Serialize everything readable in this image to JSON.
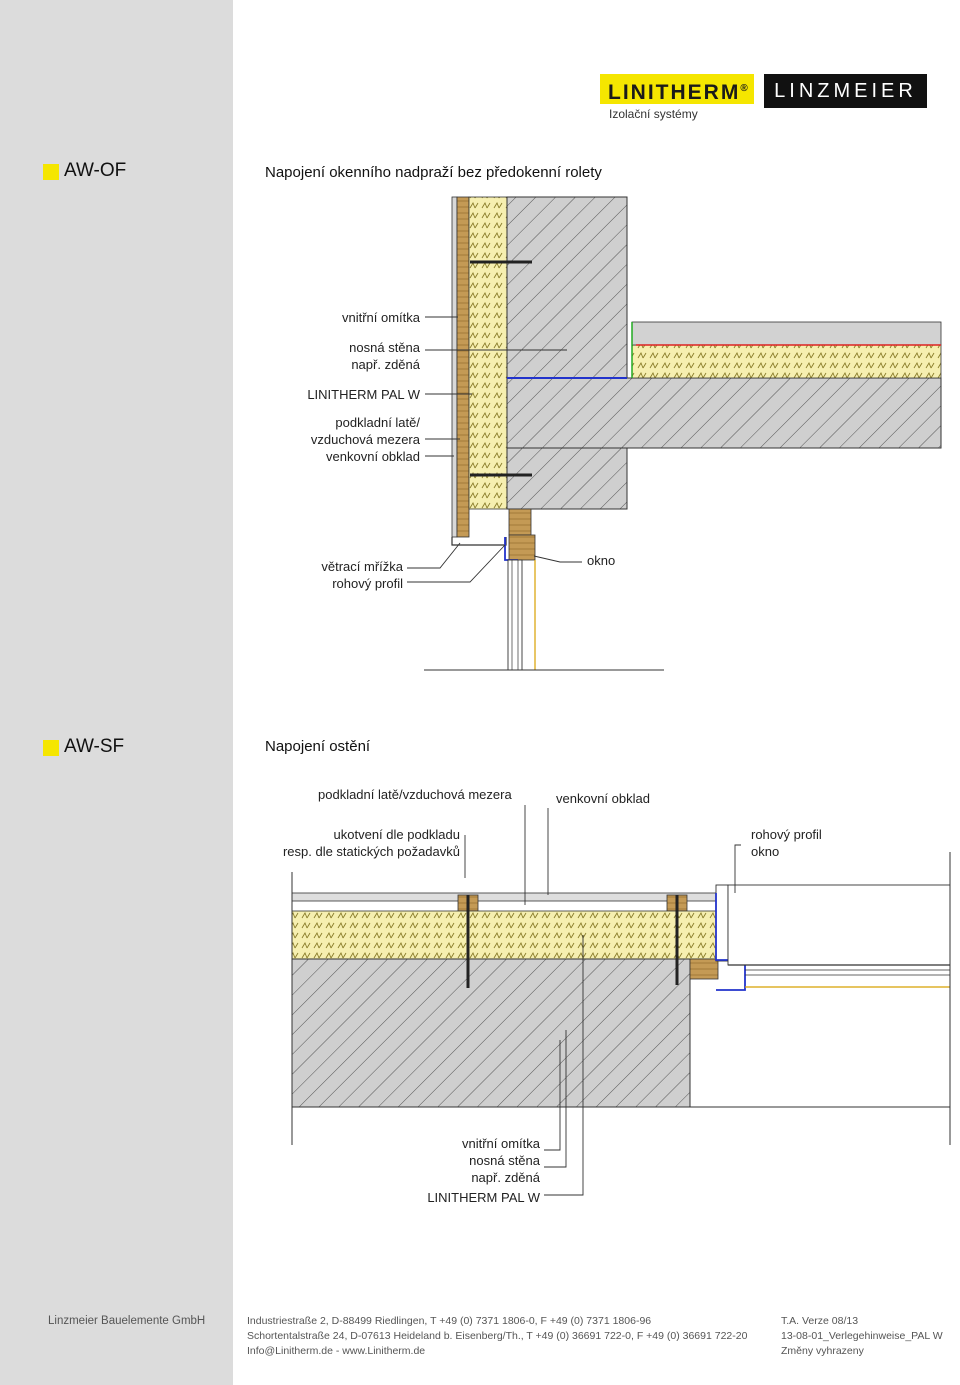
{
  "brand": {
    "logo_primary": "LINITHERM",
    "logo_primary_mark": "®",
    "logo_tagline": "Izolační systémy",
    "logo_secondary": "LINZMEIER",
    "colors": {
      "accent_yellow": "#f5e600",
      "sidebar_gray": "#dcdcdc",
      "insulation": "#f6efb0",
      "concrete": "#c9c9c9"
    }
  },
  "section1": {
    "code": "AW-OF",
    "title": "Napojení okenního nadpraží bez předokenní rolety",
    "labels": {
      "inner_plaster": "vnitřní omítka",
      "bearing_wall_1": "nosná stěna",
      "bearing_wall_2": "např. zděná",
      "insulation": "LINITHERM PAL W",
      "battens_1": "podkladní latě/",
      "battens_2": "vzduchová mezera",
      "cladding": "venkovní obklad",
      "vent_grille": "větrací mřížka",
      "corner_profile": "rohový profil",
      "window": "okno"
    }
  },
  "section2": {
    "code": "AW-SF",
    "title": "Napojení ostění",
    "labels": {
      "battens": "podkladní latě/vzduchová mezera",
      "cladding": "venkovní obklad",
      "anchor_1": "ukotvení dle podkladu",
      "anchor_2": "resp. dle statických požadavků",
      "corner_profile": "rohový profil",
      "window": "okno",
      "inner_plaster": "vnitřní omítka",
      "bearing_wall_1": "nosná stěna",
      "bearing_wall_2": "např. zděná",
      "insulation": "LINITHERM PAL W"
    }
  },
  "footer": {
    "company": "Linzmeier Bauelemente GmbH",
    "address_1": "Industriestraße 2, D-88499 Riedlingen, T +49 (0) 7371 1806-0, F +49 (0) 7371 1806-96",
    "address_2": "Schortentalstraße 24, D-07613 Heideland b. Eisenberg/Th., T +49 (0) 36691 722-0, F +49 (0) 36691 722-20",
    "contact": "Info@Linitherm.de - www.Linitherm.de",
    "version": "T.A. Verze 08/13",
    "doc_id": "13-08-01_Verlegehinweise_PAL W",
    "changes": "Změny vyhrazeny"
  }
}
